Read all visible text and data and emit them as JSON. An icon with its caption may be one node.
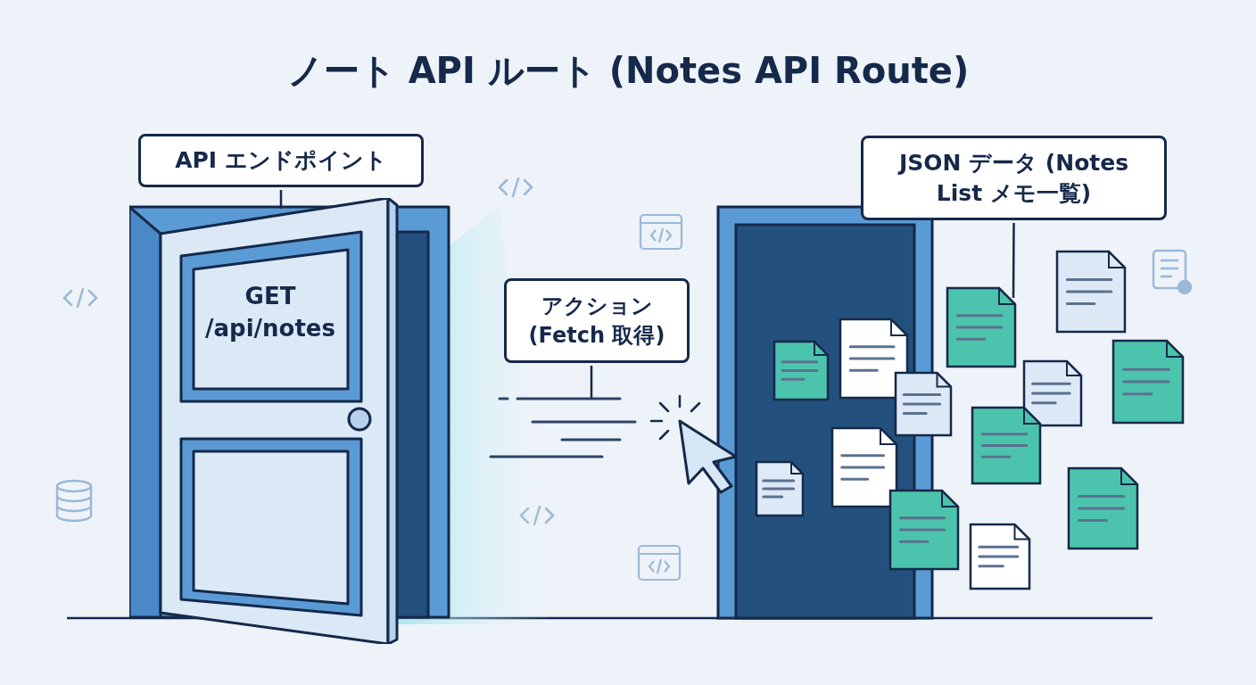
{
  "diagram": {
    "title": "ノート API ルート (Notes API Route)",
    "nodes": [
      {
        "text": [
          "API エンドポイント"
        ]
      },
      {
        "text": [
          "GET /api/notes"
        ]
      },
      {
        "text": [
          "アクション (Fetch 取得)"
        ]
      },
      {
        "text": [],
        "shape": "picture"
      },
      {
        "text": [
          "JSON データ (Notes List メモ一覧)"
        ]
      },
      {
        "text": [],
        "shape": "picture"
      }
    ],
    "edges": [
      {
        "from": 0,
        "to": 1,
        "arrow": "none"
      },
      {
        "from": 2,
        "to": 3,
        "arrow": "none"
      },
      {
        "from": 4,
        "to": 5,
        "arrow": "none"
      }
    ]
  }
}
